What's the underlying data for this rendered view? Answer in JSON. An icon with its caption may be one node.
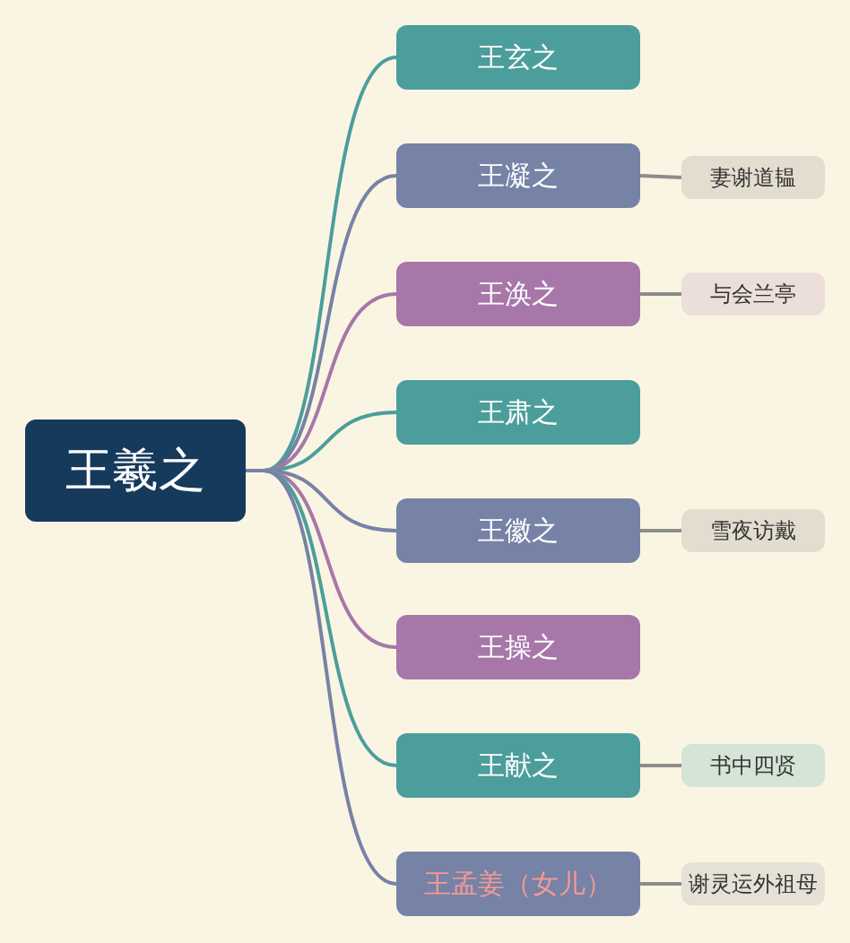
{
  "diagram": {
    "nodes": [
      {
        "text": [
          "王羲之"
        ]
      },
      {
        "text": [
          "王玄之"
        ]
      },
      {
        "text": [
          "王凝之"
        ]
      },
      {
        "text": [
          "王涣之"
        ]
      },
      {
        "text": [
          "王肃之"
        ]
      },
      {
        "text": [
          "王徽之"
        ]
      },
      {
        "text": [
          "王操之"
        ]
      },
      {
        "text": [
          "王献之"
        ]
      },
      {
        "text": [
          "王孟姜（女儿）"
        ]
      },
      {
        "text": [
          "妻谢道韫"
        ]
      },
      {
        "text": [
          "与会兰亭"
        ]
      },
      {
        "text": [
          "雪夜访戴"
        ]
      },
      {
        "text": [
          "书中四贤"
        ]
      },
      {
        "text": [
          "谢灵运外祖母"
        ]
      }
    ],
    "edges": [
      {
        "from": 0,
        "to": 1,
        "arrow": "none",
        "color": "#4b9e9c"
      },
      {
        "from": 0,
        "to": 2,
        "arrow": "none",
        "color": "#7682a6"
      },
      {
        "from": 0,
        "to": 3,
        "arrow": "none",
        "color": "#a777a9"
      },
      {
        "from": 0,
        "to": 4,
        "arrow": "none",
        "color": "#4b9e9c"
      },
      {
        "from": 0,
        "to": 5,
        "arrow": "none",
        "color": "#7682a6"
      },
      {
        "from": 0,
        "to": 6,
        "arrow": "none",
        "color": "#a777a9"
      },
      {
        "from": 0,
        "to": 7,
        "arrow": "none",
        "color": "#4b9e9c"
      },
      {
        "from": 0,
        "to": 8,
        "arrow": "none",
        "color": "#7682a6"
      },
      {
        "from": 2,
        "to": 9,
        "arrow": "none"
      },
      {
        "from": 3,
        "to": 10,
        "arrow": "none"
      },
      {
        "from": 5,
        "to": 11,
        "arrow": "none"
      },
      {
        "from": 7,
        "to": 12,
        "arrow": "none"
      },
      {
        "from": 8,
        "to": 13,
        "arrow": "none"
      }
    ]
  }
}
